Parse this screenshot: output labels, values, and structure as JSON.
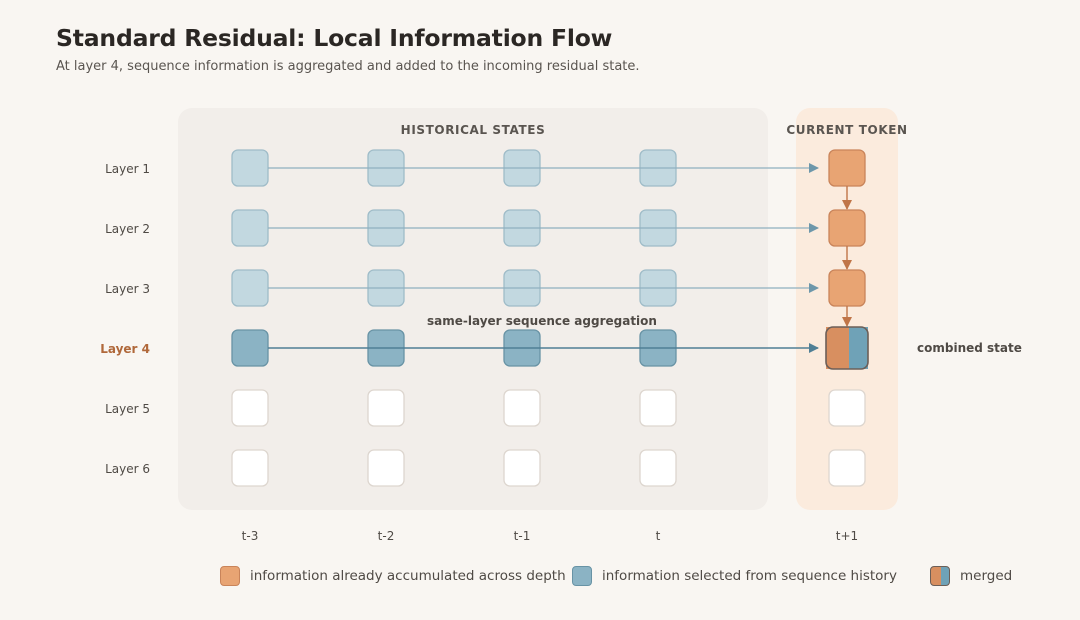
{
  "header": {
    "title": "Standard Residual: Local Information Flow",
    "subtitle": "At layer 4, sequence information is aggregated and added to the incoming residual state."
  },
  "panels": {
    "history_label": "HISTORICAL STATES",
    "current_label": "CURRENT TOKEN"
  },
  "layers": [
    "Layer 1",
    "Layer 2",
    "Layer 3",
    "Layer 4",
    "Layer 5",
    "Layer 6"
  ],
  "highlight_layer": "Layer 4",
  "time_steps": [
    "t-3",
    "t-2",
    "t-1",
    "t"
  ],
  "current_step": "t+1",
  "annotations": {
    "aggregation": "same-layer sequence aggregation",
    "combined": "combined state"
  },
  "legend": {
    "accumulated": "information already accumulated across depth",
    "selected": "information selected from sequence history",
    "merged": "merged"
  },
  "colors": {
    "background": "#f9f6f2",
    "history_panel": "#f2eeea",
    "current_panel": "#fbebdd",
    "accent_orange": "#e8a473",
    "accent_blue": "#8bb3c4",
    "highlight_text": "#b0683a"
  }
}
